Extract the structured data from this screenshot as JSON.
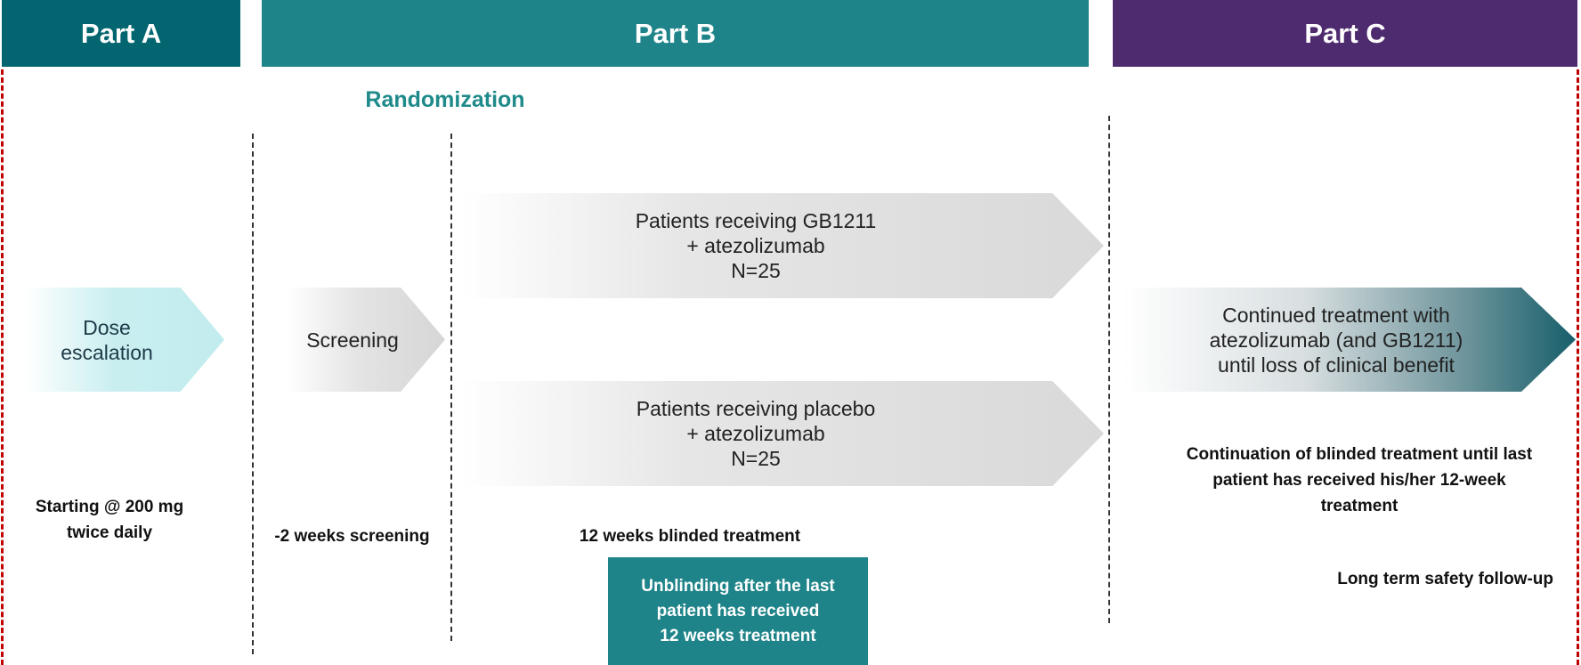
{
  "headers": {
    "part_a": "Part A",
    "part_b": "Part B",
    "part_c": "Part C"
  },
  "colors": {
    "part_a": "#02656f",
    "part_b": "#1f8489",
    "part_c": "#4e2a6e",
    "randomization": "#1f8a8a",
    "divider": "#c00000"
  },
  "randomization": "Randomization",
  "part_a": {
    "arrow": [
      "Dose",
      "escalation"
    ],
    "note": [
      "Starting @ 200 mg",
      "twice daily"
    ]
  },
  "screening": {
    "arrow": "Screening",
    "note": "-2 weeks screening"
  },
  "part_b": {
    "arm1": [
      "Patients receiving GB1211",
      "+ atezolizumab",
      "N=25"
    ],
    "arm2": [
      "Patients receiving placebo",
      "+ atezolizumab",
      "N=25"
    ],
    "note": "12 weeks blinded treatment",
    "unblinding": [
      "Unblinding  after the last",
      "patient has received",
      "12 weeks treatment"
    ]
  },
  "part_c": {
    "arrow": [
      "Continued treatment with",
      "atezolizumab (and GB1211)",
      "until loss of clinical benefit"
    ],
    "continuation": [
      "Continuation  of blinded treatment until last",
      "patient has received his/her 12-week",
      "treatment"
    ],
    "followup": "Long term safety follow-up"
  }
}
